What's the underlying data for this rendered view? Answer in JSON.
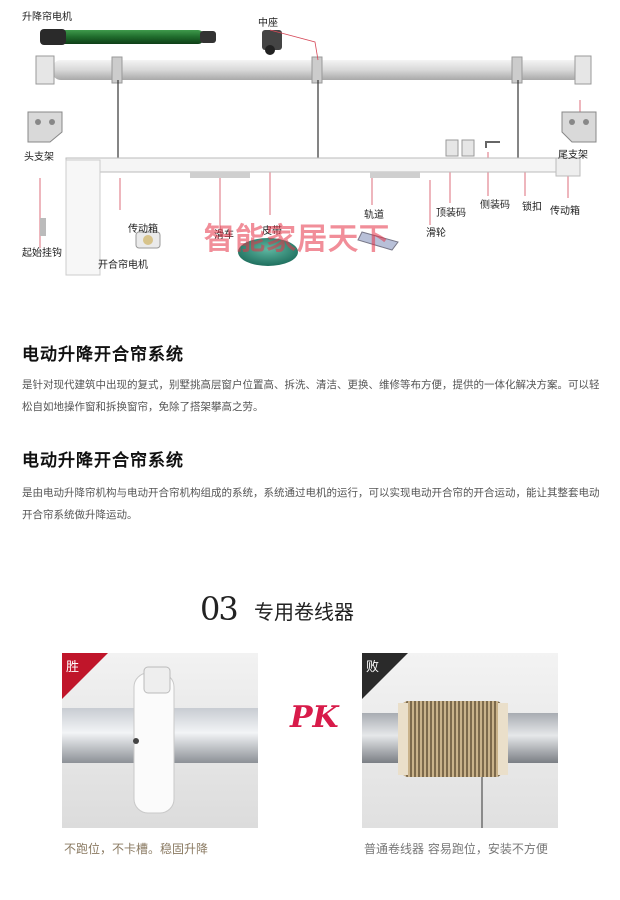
{
  "diagram": {
    "labels": {
      "lift_motor": "升降帘电机",
      "middle_seat": "中座",
      "head_bracket": "头支架",
      "tail_bracket": "尾支架",
      "gearbox_left": "传动箱",
      "open_close_motor": "开合帘电机",
      "start_hook": "起始挂钩",
      "glider": "滑车",
      "belt": "皮带",
      "track": "轨道",
      "top_mount": "顶装码",
      "pulley": "滑轮",
      "side_mount": "侧装码",
      "lock": "锁扣",
      "gearbox_right": "传动箱"
    },
    "watermark": "智能家居天下"
  },
  "section1": {
    "title": "电动升降开合帘系统",
    "text": "是针对现代建筑中出现的复式，别墅挑高层窗户位置高、拆洗、清洁、更换、维修等布方便，提供的一体化解决方案。可以轻松自如地操作窗和拆换窗帘，免除了搭架攀高之劳。"
  },
  "section2": {
    "title": "电动升降开合帘系统",
    "text": "是由电动升降帘机构与电动开合帘机构组成的系统，系统通过电机的运行，可以实现电动开合帘的开合运动，能让其整套电动开合帘系统做升降运动。"
  },
  "compare": {
    "number": "03",
    "heading": "专用卷线器",
    "win_badge": "胜",
    "lose_badge": "败",
    "pk": "PK",
    "win_caption": "不跑位，不卡槽。稳固升降",
    "lose_caption": "普通卷线器 容易跑位，安装不方便",
    "colors": {
      "win": "#c0152a",
      "lose": "#2a2a2a",
      "pk": "#d81b4a"
    }
  }
}
